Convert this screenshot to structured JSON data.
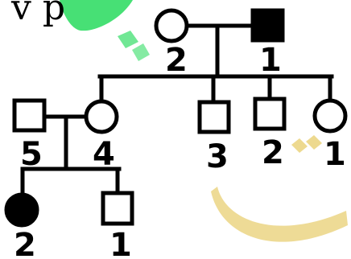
{
  "header_fragment": "v p",
  "colors": {
    "line": "#000000",
    "affected_fill": "#000000",
    "unaffected_fill": "#ffffff",
    "watermark_green": "#33dd66",
    "watermark_gold": "#e8cf73"
  },
  "individuals": {
    "gen1_female": {
      "label": "2",
      "sex": "female",
      "affected": false
    },
    "gen1_male": {
      "label": "1",
      "sex": "male",
      "affected": true
    },
    "gen2_spouse": {
      "label": "5",
      "sex": "male",
      "affected": false
    },
    "gen2_female_4": {
      "label": "4",
      "sex": "female",
      "affected": false
    },
    "gen2_male_3": {
      "label": "3",
      "sex": "male",
      "affected": false
    },
    "gen2_male_2": {
      "label": "2",
      "sex": "male",
      "affected": false
    },
    "gen2_female_1": {
      "label": "1",
      "sex": "female",
      "affected": false
    },
    "gen3_female_2": {
      "label": "2",
      "sex": "female",
      "affected": true
    },
    "gen3_male_1": {
      "label": "1",
      "sex": "male",
      "affected": false
    }
  }
}
